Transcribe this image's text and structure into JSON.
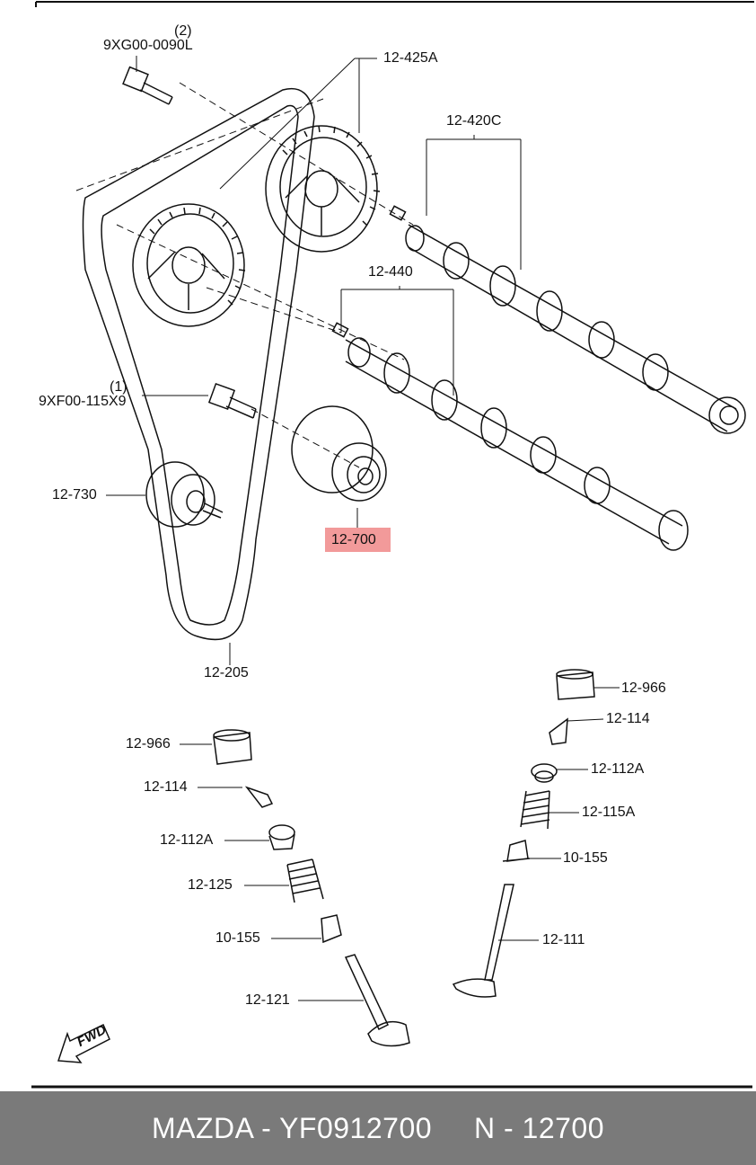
{
  "labels": {
    "bolt_2_index": "(2)",
    "bolt_2_part": "9XG00-0090L",
    "sprocket": "12-425A",
    "camshaft_1": "12-420C",
    "camshaft_2": "12-440",
    "bolt_1_index": "(1)",
    "bolt_1_part": "9XF00-115X9",
    "idler": "12-730",
    "tensioner": "12-700",
    "belt": "12-205",
    "tappet_r": "12-966",
    "key_r": "12-114",
    "seat_upper_r": "12-112A",
    "spring_r": "12-115A",
    "seal_r": "10-155",
    "valve_r": "12-111",
    "tappet_l": "12-966",
    "key_l": "12-114",
    "seat_upper_l": "12-112A",
    "spring_l": "12-125",
    "seal_l": "10-155",
    "valve_l": "12-121",
    "fwd": "FWD"
  },
  "highlight_color": "#f29a9a",
  "footer": {
    "text": "MAZDA - YF0912700     N - 12700",
    "background": "#7a7a7a"
  }
}
